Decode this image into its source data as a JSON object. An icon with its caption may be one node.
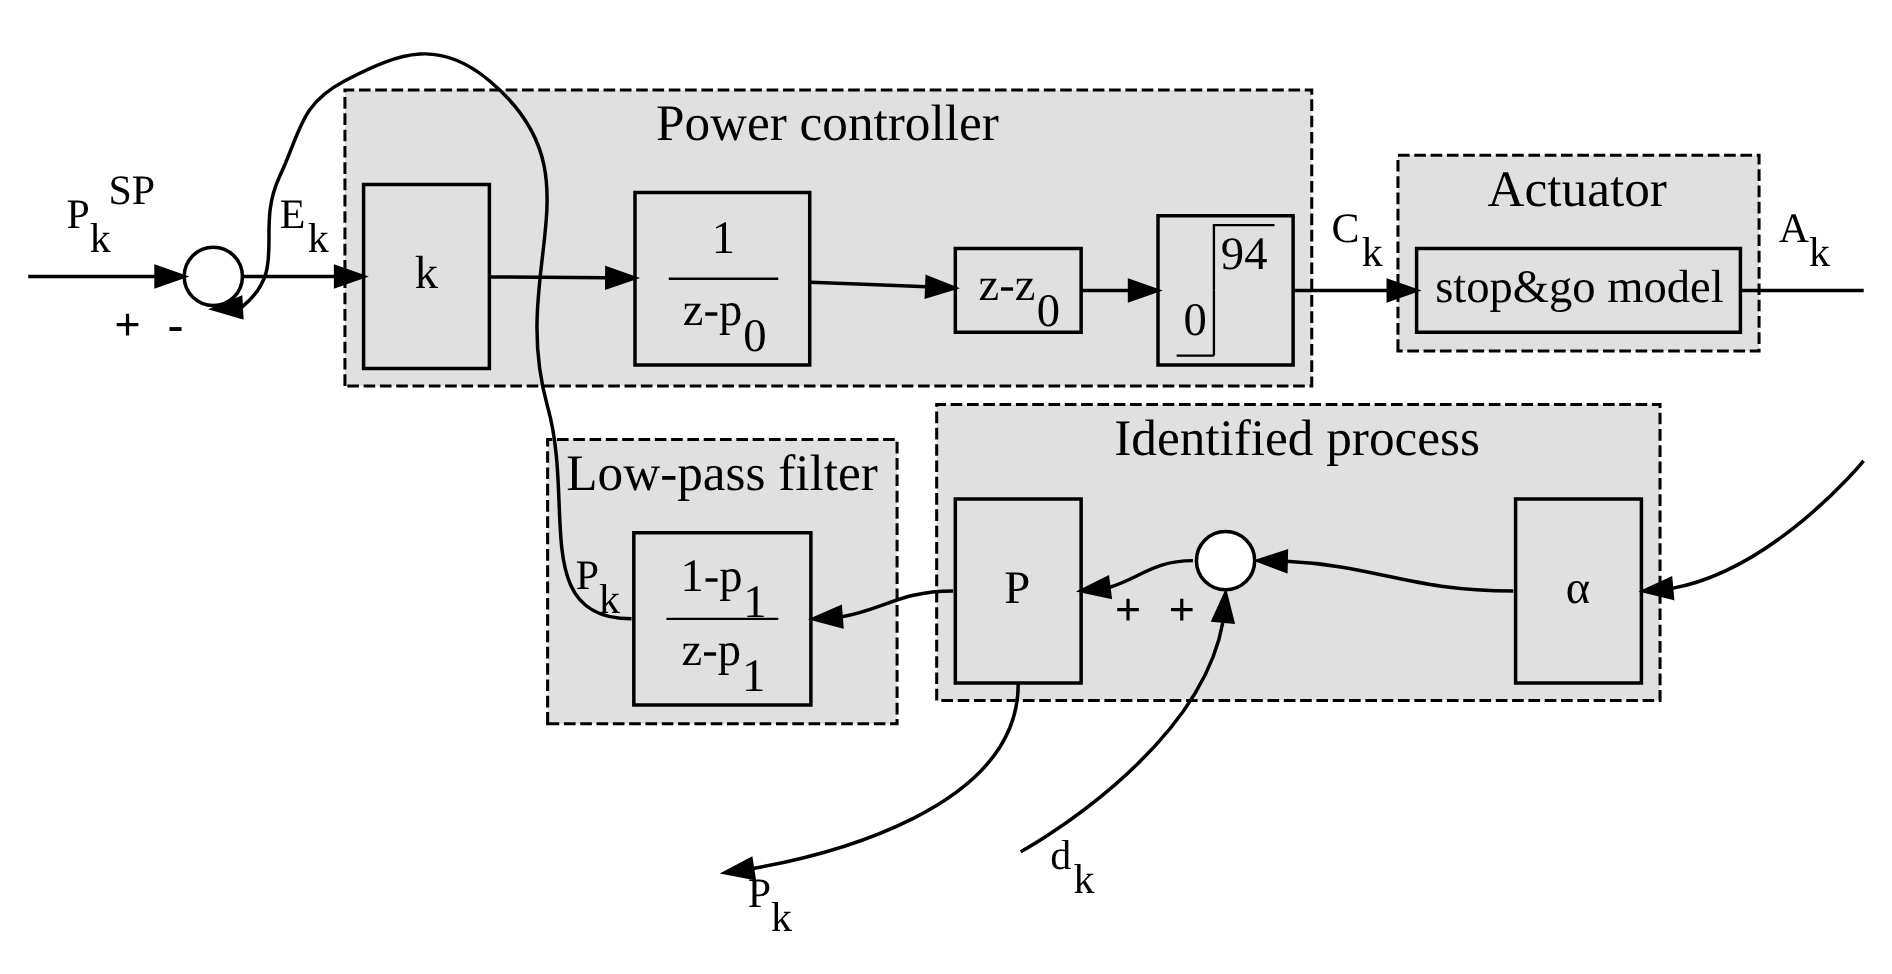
{
  "diagram": {
    "nodes": [
      {
        "text": [
          "Power controller"
        ]
      },
      {
        "text": [
          "k"
        ],
        "in": 0
      },
      {
        "text": [
          "1",
          "z-p$_{0}$"
        ],
        "in": 0
      },
      {
        "text": [
          "z-z$_{0}$"
        ],
        "in": 0
      },
      {
        "text": [
          "94",
          "0"
        ],
        "in": 0
      },
      {
        "text": [
          "Actuator"
        ]
      },
      {
        "text": [
          "stop&go model"
        ],
        "in": 5
      },
      {
        "text": [
          "Low-pass filter"
        ]
      },
      {
        "text": [
          "1-p$_{1}$",
          "z-p$_{1}$"
        ],
        "in": 7
      },
      {
        "text": [
          "Identified process"
        ]
      },
      {
        "text": [
          "P"
        ],
        "in": 9
      },
      {
        "text": [],
        "shape": "circle",
        "in": 9,
        "beside": [
          "+",
          "+"
        ]
      },
      {
        "text": [
          "α"
        ],
        "in": 9
      },
      {
        "text": [],
        "shape": "circle",
        "beside": [
          "+",
          "-"
        ]
      }
    ],
    "edges": [
      {
        "from": null,
        "to": 13,
        "arrow": "to",
        "label": "P$_{k}$$^{SP}$"
      },
      {
        "from": 13,
        "to": 1,
        "arrow": "to",
        "label": "E$_{k}$"
      },
      {
        "from": 1,
        "to": 2,
        "arrow": "to"
      },
      {
        "from": 2,
        "to": 3,
        "arrow": "to"
      },
      {
        "from": 3,
        "to": 4,
        "arrow": "to"
      },
      {
        "from": 4,
        "to": 6,
        "arrow": "to",
        "label": "C$_{k}$"
      },
      {
        "from": 6,
        "to": null,
        "arrow": "none",
        "label": "A$_{k}$"
      },
      {
        "from": null,
        "to": 12,
        "arrow": "to"
      },
      {
        "from": 12,
        "to": 11,
        "arrow": "to"
      },
      {
        "from": null,
        "to": 11,
        "arrow": "to",
        "label": "d$_{k}$"
      },
      {
        "from": 11,
        "to": 10,
        "arrow": "to"
      },
      {
        "from": 10,
        "to": 8,
        "arrow": "to"
      },
      {
        "from": 8,
        "to": 13,
        "arrow": "to",
        "label": "P$_{k}$"
      },
      {
        "from": 10,
        "to": null,
        "arrow": "to",
        "label": "P$_{k}$"
      }
    ]
  }
}
